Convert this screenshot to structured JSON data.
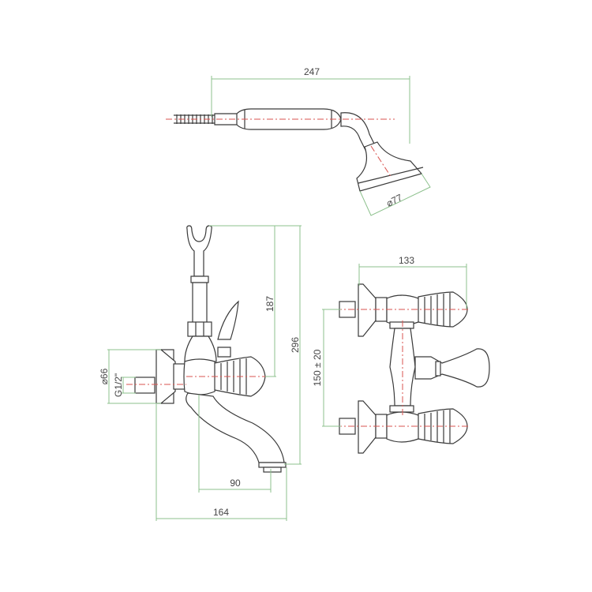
{
  "drawing": {
    "hand_shower": {
      "length_label": "247",
      "head_diameter_label": "⌀77"
    },
    "side_view": {
      "holder_height_label": "187",
      "total_height_label": "296",
      "flange_diameter_label": "⌀66",
      "thread_label": "G1/2\"",
      "spout_reach_label": "90",
      "total_depth_label": "164"
    },
    "front_view": {
      "width_label": "133",
      "centers_label": "150 ± 20"
    }
  },
  "colors": {
    "dimension": "#8cc08c",
    "centerline": "#d9534f",
    "outline": "#3a3a3a"
  }
}
